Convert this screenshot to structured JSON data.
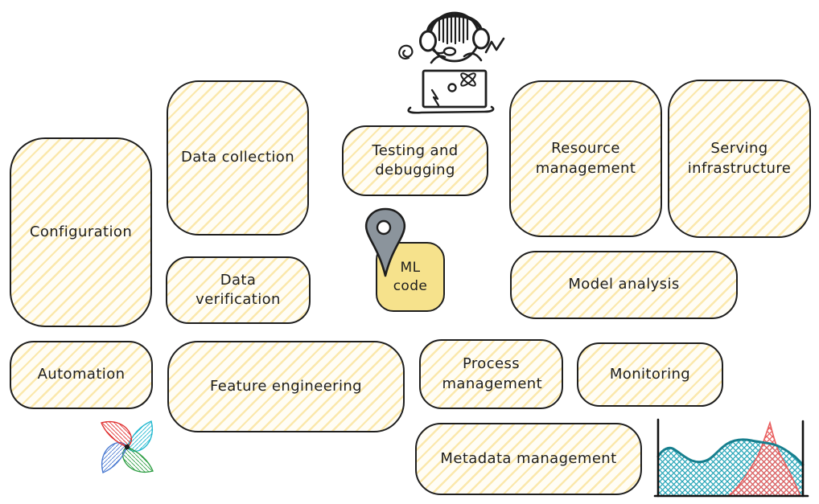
{
  "colors": {
    "ink": "#1e1e1e",
    "paper": "#fffdf5",
    "hatch": "#fbe8ac",
    "ml-yellow": "#f6e28c",
    "pin-gray": "#8b949c",
    "chart-teal": "#29a6b8",
    "chart-teal-line": "#177f8e",
    "chart-red": "#e95f5f",
    "pw-red": "#e03131",
    "pw-cyan": "#22b8cf",
    "pw-green": "#2f9e44",
    "pw-blue": "#4c7bd1"
  },
  "boxes": [
    {
      "id": "configuration",
      "label": "Configuration"
    },
    {
      "id": "data-collection",
      "label": "Data collection"
    },
    {
      "id": "data-verification",
      "label": "Data verification"
    },
    {
      "id": "testing-and-debugging",
      "label": "Testing and debugging"
    },
    {
      "id": "ml-code",
      "label": "ML code"
    },
    {
      "id": "resource-management",
      "label": "Resource management"
    },
    {
      "id": "serving-infrastructure",
      "label": "Serving infrastructure"
    },
    {
      "id": "model-analysis",
      "label": "Model analysis"
    },
    {
      "id": "automation",
      "label": "Automation"
    },
    {
      "id": "feature-engineering",
      "label": "Feature engineering"
    },
    {
      "id": "process-management",
      "label": "Process management"
    },
    {
      "id": "monitoring",
      "label": "Monitoring"
    },
    {
      "id": "metadata-management",
      "label": "Metadata management"
    }
  ],
  "decorations": {
    "top_center": "person-with-headphones-at-laptop-doodle",
    "center": "map-pin-icon",
    "bottom_left": "pinwheel-doodle",
    "bottom_right": "overlapping-distribution-curves-doodle"
  }
}
